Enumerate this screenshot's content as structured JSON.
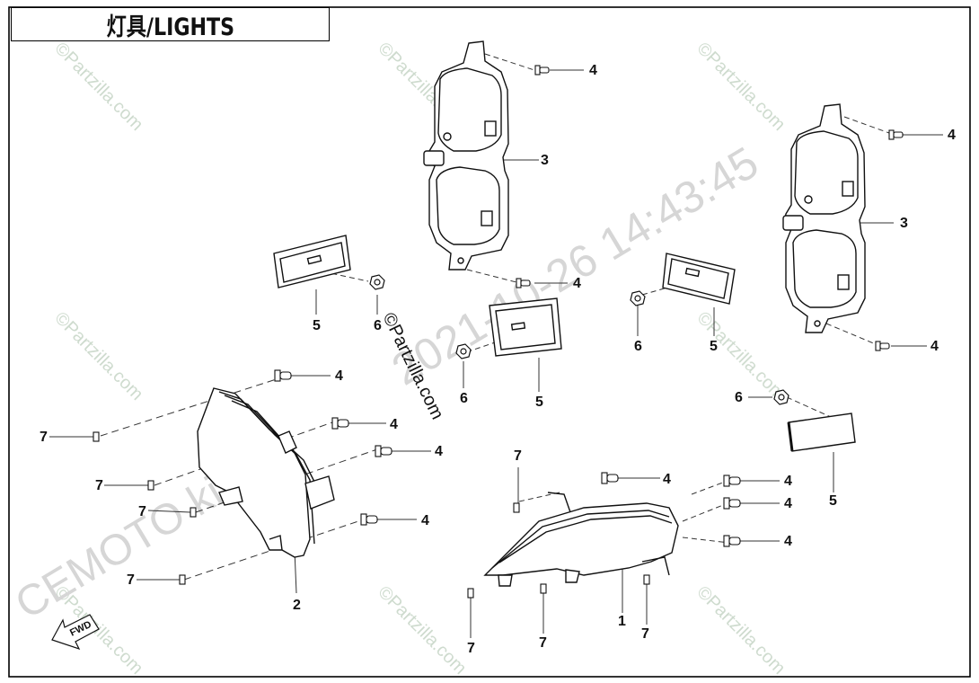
{
  "title": "灯具/LIGHTS",
  "watermark": {
    "brand": "©Partzilla.com",
    "overlay_date": "2021-10-26  14:43:45",
    "overlay_user": "CEMOTO  kimily"
  },
  "fwd_label": "FWD",
  "callouts": [
    {
      "id": "c-4-a",
      "label": "4"
    },
    {
      "id": "c-3-a",
      "label": "3"
    },
    {
      "id": "c-4-b",
      "label": "4"
    },
    {
      "id": "c-4-c",
      "label": "4"
    },
    {
      "id": "c-3-b",
      "label": "3"
    },
    {
      "id": "c-4-d",
      "label": "4"
    },
    {
      "id": "c-5-a",
      "label": "5"
    },
    {
      "id": "c-6-a",
      "label": "6"
    },
    {
      "id": "c-6-b",
      "label": "6"
    },
    {
      "id": "c-5-b",
      "label": "5"
    },
    {
      "id": "c-6-c",
      "label": "6"
    },
    {
      "id": "c-5-c",
      "label": "5"
    },
    {
      "id": "c-6-d",
      "label": "6"
    },
    {
      "id": "c-5-d",
      "label": "5"
    },
    {
      "id": "c-4-e",
      "label": "4"
    },
    {
      "id": "c-4-f",
      "label": "4"
    },
    {
      "id": "c-4-g",
      "label": "4"
    },
    {
      "id": "c-4-h",
      "label": "4"
    },
    {
      "id": "c-7-a",
      "label": "7"
    },
    {
      "id": "c-7-b",
      "label": "7"
    },
    {
      "id": "c-7-c",
      "label": "7"
    },
    {
      "id": "c-7-d",
      "label": "7"
    },
    {
      "id": "c-2",
      "label": "2"
    },
    {
      "id": "c-4-i",
      "label": "4"
    },
    {
      "id": "c-4-j",
      "label": "4"
    },
    {
      "id": "c-4-k",
      "label": "4"
    },
    {
      "id": "c-4-l",
      "label": "4"
    },
    {
      "id": "c-7-e",
      "label": "7"
    },
    {
      "id": "c-7-f",
      "label": "7"
    },
    {
      "id": "c-7-g",
      "label": "7"
    },
    {
      "id": "c-7-h",
      "label": "7"
    },
    {
      "id": "c-1",
      "label": "1"
    }
  ]
}
